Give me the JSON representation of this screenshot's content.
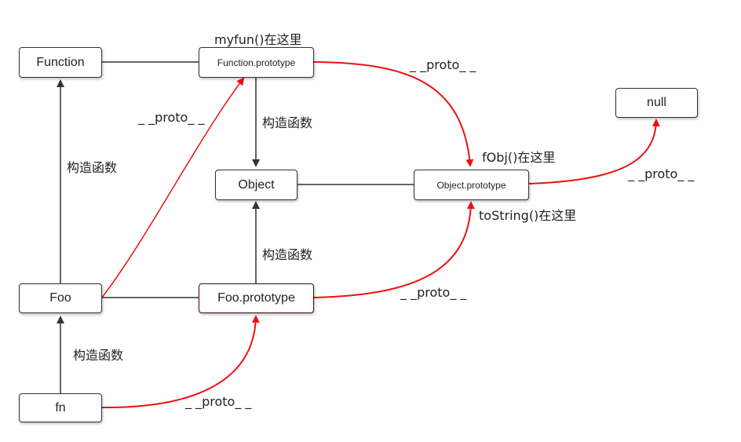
{
  "nodes": {
    "function": "Function",
    "function_prototype": "Function.prototype",
    "object": "Object",
    "object_prototype": "Object.prototype",
    "null": "null",
    "foo": "Foo",
    "foo_prototype": "Foo.prototype",
    "fn": "fn"
  },
  "labels": {
    "myfun": "myfun()在这里",
    "fobj": "fObj()在这里",
    "tostring": "toString()在这里",
    "proto_fp_op": "_ _proto_ _",
    "proto_foo_fp": "_ _proto_ _",
    "proto_op_null": "_ _proto_ _",
    "proto_foop_op": "_ _proto_ _",
    "proto_fn_foop": "_ _proto_ _",
    "ctor_fp_object": "构造函数",
    "ctor_foo_function": "构造函数",
    "ctor_foop_object": "构造函数",
    "ctor_fn_foo": "构造函数"
  },
  "colors": {
    "proto_link": "#ee1111",
    "ctor_link": "#333333",
    "line": "#333333"
  }
}
